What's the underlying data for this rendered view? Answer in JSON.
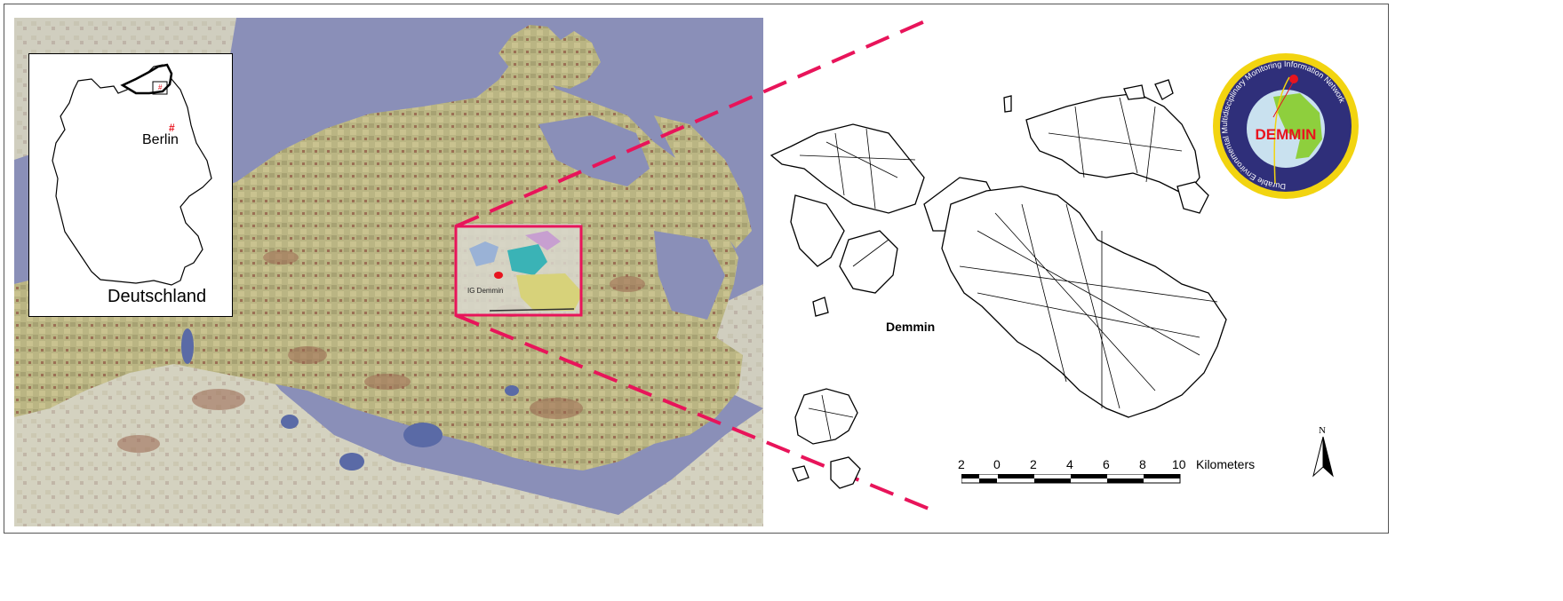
{
  "inset": {
    "berlin_label": "Berlin",
    "berlin_marker": "#",
    "study_marker": "#",
    "country_label": "Deutschland"
  },
  "satellite": {
    "small_label": "IG Demmin"
  },
  "detail": {
    "place_label": "Demmin"
  },
  "scale_bar": {
    "ticks": [
      "2",
      "0",
      "2",
      "4",
      "6",
      "8",
      "10"
    ],
    "units": "Kilometers"
  },
  "north_arrow": {
    "label": "N"
  },
  "logo": {
    "center_text": "DEMMIN",
    "ring_text": "Durable Environmental Multidisciplinary Monitoring Information Network"
  },
  "colors": {
    "highlight": "#e8145a",
    "sea": "#8a8fb8",
    "land": "#b9b586",
    "logo_ring": "#f2d410",
    "logo_inner": "#2f2f7a",
    "logo_text": "#e8141e"
  }
}
